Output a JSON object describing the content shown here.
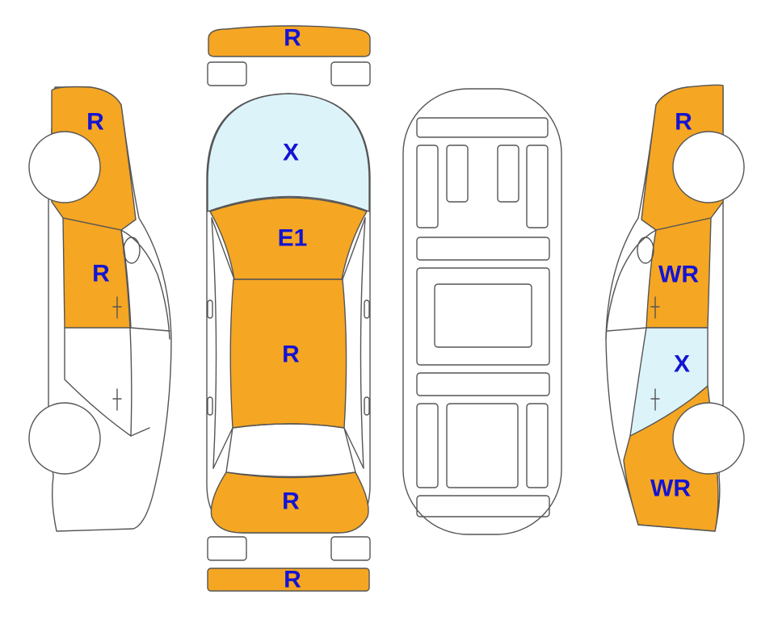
{
  "colors": {
    "damage": "#f5a623",
    "glass": "#dcf3fa",
    "label": "#1414d2",
    "line": "#555555"
  },
  "codes": {
    "front_bumper": "R",
    "windshield": "X",
    "hood_top": "E1",
    "roof": "R",
    "trunk": "R",
    "rear_bumper": "R",
    "left_front_fender": "R",
    "left_front_door": "R",
    "right_front_fender": "R",
    "right_front_door": "WR",
    "right_rear_door": "X",
    "right_rear_quarter": "WR"
  }
}
